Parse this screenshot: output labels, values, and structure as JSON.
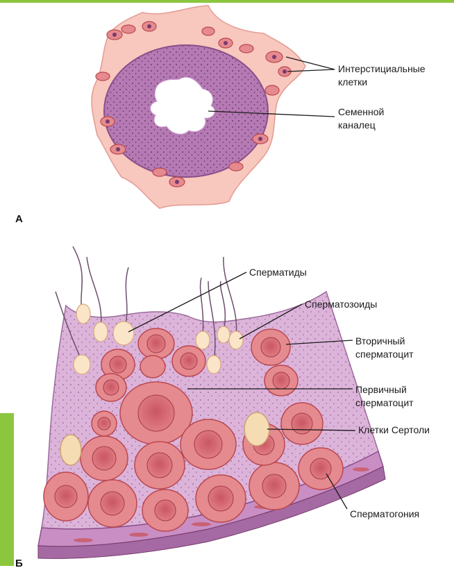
{
  "colors": {
    "accent_green": "#8cc63f",
    "interstitial_pink": "#f8c7bd",
    "tubule_purple": "#b87bb3",
    "cell_red": "#e58a8e",
    "cell_border": "#b9474f"
  },
  "panel_a": {
    "letter": "А",
    "labels": {
      "interstitial_1": "Интерстициальные",
      "interstitial_2": "клетки",
      "tubule_1": "Семенной",
      "tubule_2": "каналец"
    }
  },
  "panel_b": {
    "letter": "Б",
    "labels": {
      "spermatids": "Сперматиды",
      "spermatozoa": "Сперматозоиды",
      "secondary_1": "Вторичный",
      "secondary_2": "сперматоцит",
      "primary_1": "Первичный",
      "primary_2": "сперматоцит",
      "sertoli": "Клетки Сертоли",
      "spermatogonia": "Сперматогония"
    }
  }
}
